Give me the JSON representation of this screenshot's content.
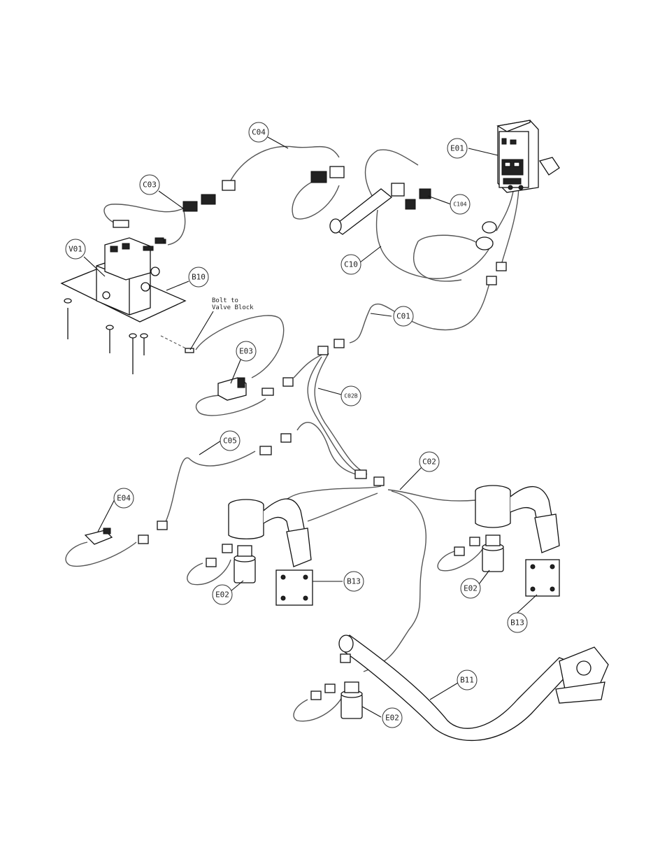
{
  "callouts": {
    "c04": "C04",
    "e01": "E01",
    "c03": "C03",
    "c104": "C104",
    "v01": "V01",
    "b10": "B10",
    "c10": "C10",
    "c01": "C01",
    "e03": "E03",
    "c02b": "C02B",
    "c05": "C05",
    "c02": "C02",
    "e04": "E04",
    "e02_left": "E02",
    "b13_left": "B13",
    "e02_right": "E02",
    "b13_right": "B13",
    "b11": "B11",
    "e02_bottom": "E02"
  },
  "notes": {
    "bolt_line1": "Bolt to",
    "bolt_line2": "Valve Block"
  }
}
